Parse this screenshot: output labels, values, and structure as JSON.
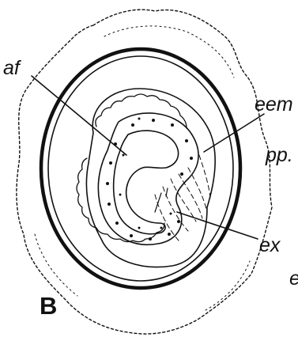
{
  "figure": {
    "panel_letter": "B",
    "labels": {
      "af": "af",
      "eem": "eem",
      "pp": "pp.",
      "ex": "ex",
      "e": "e"
    }
  }
}
